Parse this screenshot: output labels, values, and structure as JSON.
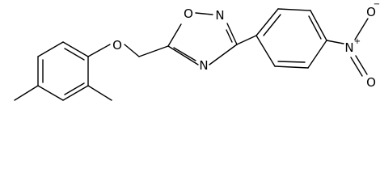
{
  "molecule": {
    "atoms": {
      "ether_o": "O",
      "ring_o": "O",
      "ring_n_top": "N",
      "ring_n_bottom": "N",
      "nitro_n": "N",
      "nitro_n_charge": "+",
      "nitro_o_top": "O",
      "nitro_o_top_charge": "−",
      "nitro_o_bottom": "O"
    }
  }
}
